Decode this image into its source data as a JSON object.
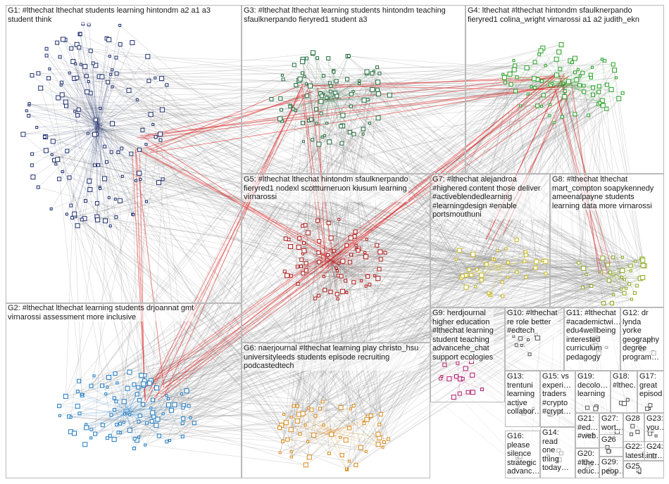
{
  "title": "",
  "groups": [
    {
      "id": "G1",
      "label": "G1: #lthechat lthechat students learning hintondm a2 a1 a3\nstudent think",
      "color": "#1f2f6e"
    },
    {
      "id": "G2",
      "label": "G2: #lthechat lthechat learning students drjoannat gmt\nvirnarossi assessment more inclusive",
      "color": "#1f7ac2"
    },
    {
      "id": "G3",
      "label": "G3: #lthechat lthechat learning students hintondm teaching\nsfaulknerpando fieryred1 student a3",
      "color": "#1f6b3a"
    },
    {
      "id": "G4",
      "label": "G4: lthechat #lthechat hintondm sfaulknerpando\nfieryred1 colina_wright virnarossi a1 a2 judith_ekn",
      "color": "#25a025"
    },
    {
      "id": "G5",
      "label": "G5: #lthechat lthechat hintondm sfaulknerpando\nfieryred1 nodexl scottturneruon kiusum learning\nvirnarossi",
      "color": "#b01818"
    },
    {
      "id": "G6",
      "label": "G6: naerjournal #lthechat learning play christo_hsu\nuniversityleeds students episode recruiting\npodcastedtech",
      "color": "#d98a1a"
    },
    {
      "id": "G7",
      "label": "G7: #lthechat alejandroa\n#highered content those deliver\n#activeblendedlearning\n#learningdesign #enable\nportsmouthuni",
      "color": "#c9b81a"
    },
    {
      "id": "G8",
      "label": "G8: #lthechat lthechat\nmart_compton soapykennedy\nameenalpayne students\nlearning data more virnarossi",
      "color": "#8aaa1a"
    },
    {
      "id": "G9",
      "label": "G9: herdjournal\nhigher education\n#lthechat learning\nstudent teaching\nadvancehe_chat\nsupport ecologies",
      "color": "#b0186b"
    },
    {
      "id": "G10",
      "label": "G10: #lthechat\nre role better\n#edtech",
      "color": "#555555"
    },
    {
      "id": "G11",
      "label": "G11: #lthechat\n#academictwi…\nedu4wellbeing\ninterested\ncurriculum\npedagogy",
      "color": "#555555"
    },
    {
      "id": "G12",
      "label": "G12: dr\nlynda\nyorke\ngeography\ndegree\nprogram…",
      "color": "#555555"
    },
    {
      "id": "G13",
      "label": "G13:\ntrentuni\nlearning\nactive\ncollabor…",
      "color": "#555555"
    },
    {
      "id": "G15",
      "label": "G15: vs\nexperi…\ntraders\n#crypto\n#crypt…",
      "color": "#555555"
    },
    {
      "id": "G19",
      "label": "G19:\ndecolo…\nlearning",
      "color": "#555555"
    },
    {
      "id": "G18",
      "label": "G18:\n#lthec…",
      "color": "#555555"
    },
    {
      "id": "G17",
      "label": "G17:\ngreat\nepisod…",
      "color": "#555555"
    },
    {
      "id": "G14",
      "label": "G14:\nread\none\nthing\ntoday…",
      "color": "#555555"
    },
    {
      "id": "G21",
      "label": "G21:\n#ed…\n#web…",
      "color": "#555555"
    },
    {
      "id": "G27",
      "label": "G27:\nwort…",
      "color": "#555555"
    },
    {
      "id": "G28",
      "label": "G28",
      "color": "#555555"
    },
    {
      "id": "G23",
      "label": "G23:\nyou…",
      "color": "#555555"
    },
    {
      "id": "G16",
      "label": "G16:\nplease\nsilence\nstrategic\nadvanc…",
      "color": "#555555"
    },
    {
      "id": "G26",
      "label": "G26",
      "color": "#555555"
    },
    {
      "id": "G20",
      "label": "G20:\n#lthe…\neduc…",
      "color": "#555555"
    },
    {
      "id": "G22",
      "label": "G22:\nlatest…",
      "color": "#555555"
    },
    {
      "id": "G24",
      "label": "G24:\nintr…",
      "color": "#555555"
    },
    {
      "id": "G29",
      "label": "G29:\npeop…",
      "color": "#555555"
    },
    {
      "id": "G25",
      "label": "G25",
      "color": "#555555"
    }
  ],
  "colors": {
    "edge": "#8c8c8c",
    "bridge_edge": "#e02020",
    "border": "#b9b9b9"
  }
}
